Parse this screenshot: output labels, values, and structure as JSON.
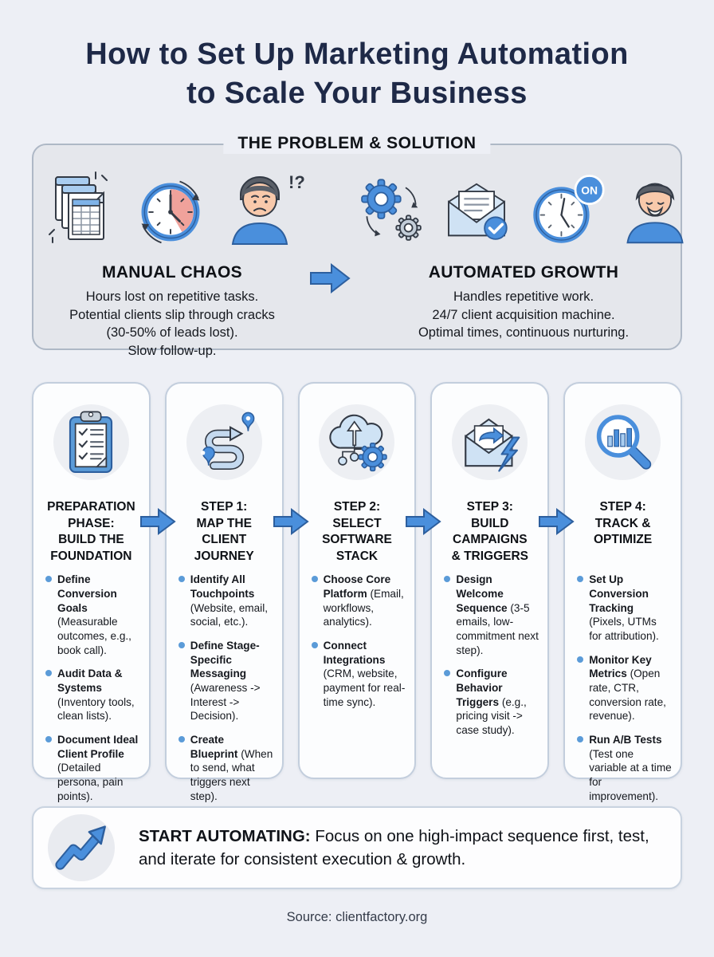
{
  "theme": {
    "accent_blue": "#4a8fdc",
    "accent_blue_dark": "#2d6cb5",
    "navy": "#1e2947",
    "page_bg": "#edeff5"
  },
  "page": {
    "title_line1": "How to Set Up Marketing Automation",
    "title_line2": "to Scale Your Business",
    "source": "Source: clientfactory.org"
  },
  "problem_solution": {
    "section_title": "THE PROBLEM & SOLUTION",
    "problem": {
      "heading": "MANUAL CHAOS",
      "alert": "!?",
      "lines": [
        "Hours lost on repetitive tasks.",
        "Potential clients slip through cracks",
        "(30-50% of leads lost).",
        "Slow follow-up."
      ]
    },
    "solution": {
      "heading": "AUTOMATED GROWTH",
      "on_badge": "ON",
      "lines": [
        "Handles repetitive work.",
        "24/7 client acquisition machine.",
        "Optimal times, continuous nurturing."
      ]
    }
  },
  "steps": [
    {
      "icon": "clipboard-checklist-icon",
      "title_lines": [
        "PREPARATION",
        "PHASE:",
        "BUILD THE",
        "FOUNDATION"
      ],
      "bullets": [
        {
          "bold": "Define Conversion Goals",
          "text": "(Measurable outcomes, e.g., book call)."
        },
        {
          "bold": "Audit Data & Systems",
          "text": "(Inventory tools, clean lists)."
        },
        {
          "bold": "Document Ideal Client Profile",
          "text": "(Detailed persona, pain points)."
        }
      ]
    },
    {
      "icon": "route-map-icon",
      "title_lines": [
        "STEP 1:",
        "MAP THE",
        "CLIENT",
        "JOURNEY"
      ],
      "bullets": [
        {
          "bold": "Identify All Touchpoints",
          "text": "(Website, email, social, etc.)."
        },
        {
          "bold": "Define Stage-Specific Messaging",
          "text": "(Awareness -> Interest -> Decision)."
        },
        {
          "bold": "Create Blueprint",
          "text": "(When to send, what triggers next step)."
        }
      ]
    },
    {
      "icon": "cloud-gear-icon",
      "title_lines": [
        "STEP 2:",
        "SELECT",
        "SOFTWARE",
        "STACK"
      ],
      "bullets": [
        {
          "bold": "Choose Core Platform",
          "text": "(Email, workflows, analytics)."
        },
        {
          "bold": "Connect Integrations",
          "text": "(CRM, website, payment for real-time sync)."
        }
      ]
    },
    {
      "icon": "email-bolt-icon",
      "title_lines": [
        "STEP 3:",
        "BUILD",
        "CAMPAIGNS",
        "& TRIGGERS"
      ],
      "bullets": [
        {
          "bold": "Design Welcome Sequence",
          "text": "(3-5 emails, low-commitment next step)."
        },
        {
          "bold": "Configure Behavior Triggers",
          "text": "(e.g., pricing visit -> case study)."
        }
      ]
    },
    {
      "icon": "magnifier-chart-icon",
      "title_lines": [
        "STEP 4:",
        "TRACK &",
        "OPTIMIZE"
      ],
      "bullets": [
        {
          "bold": "Set Up Conversion Tracking",
          "text": "(Pixels, UTMs for attribution)."
        },
        {
          "bold": "Monitor Key Metrics",
          "text": "(Open rate, CTR, conversion rate, revenue)."
        },
        {
          "bold": "Run A/B Tests",
          "text": "(Test one variable at a time for improvement)."
        }
      ]
    }
  ],
  "callout": {
    "bold": "START AUTOMATING:",
    "text": "Focus on one high-impact sequence first, test, and iterate for consistent execution & growth."
  }
}
